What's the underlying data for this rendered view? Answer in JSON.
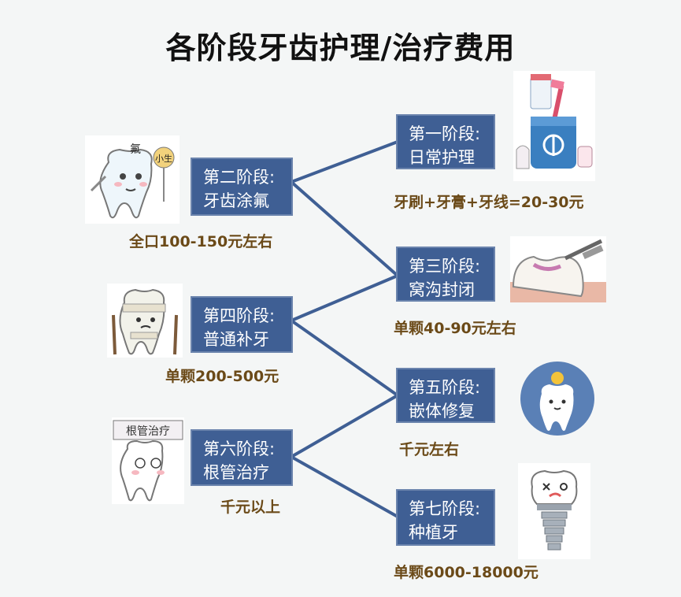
{
  "title": "各阶段牙齿护理/治疗费用",
  "stages": [
    {
      "id": "s1",
      "line1": "第一阶段:",
      "line2": "日常护理",
      "cost": "牙刷+牙膏+牙线=20-30元"
    },
    {
      "id": "s2",
      "line1": "第二阶段:",
      "line2": "牙齿涂氟",
      "cost": "全口100-150元左右"
    },
    {
      "id": "s3",
      "line1": "第三阶段:",
      "line2": "窝沟封闭",
      "cost": "单颗40-90元左右"
    },
    {
      "id": "s4",
      "line1": "第四阶段:",
      "line2": "普通补牙",
      "cost": "单颗200-500元"
    },
    {
      "id": "s5",
      "line1": "第五阶段:",
      "line2": "嵌体修复",
      "cost": "千元左右"
    },
    {
      "id": "s6",
      "line1": "第六阶段:",
      "line2": "根管治疗",
      "cost": "千元以上"
    },
    {
      "id": "s7",
      "line1": "第七阶段:",
      "line2": "种植牙",
      "cost": "单颗6000-18000元"
    }
  ],
  "illustrations": {
    "fluoride_tag_left": "氟",
    "fluoride_tag_right": "小生",
    "root_canal_sign": "根管治疗"
  },
  "colors": {
    "box": "#3f5f94",
    "line": "#3f5f94",
    "cost_text": "#6b4a18",
    "background": "#f4f6f6"
  }
}
